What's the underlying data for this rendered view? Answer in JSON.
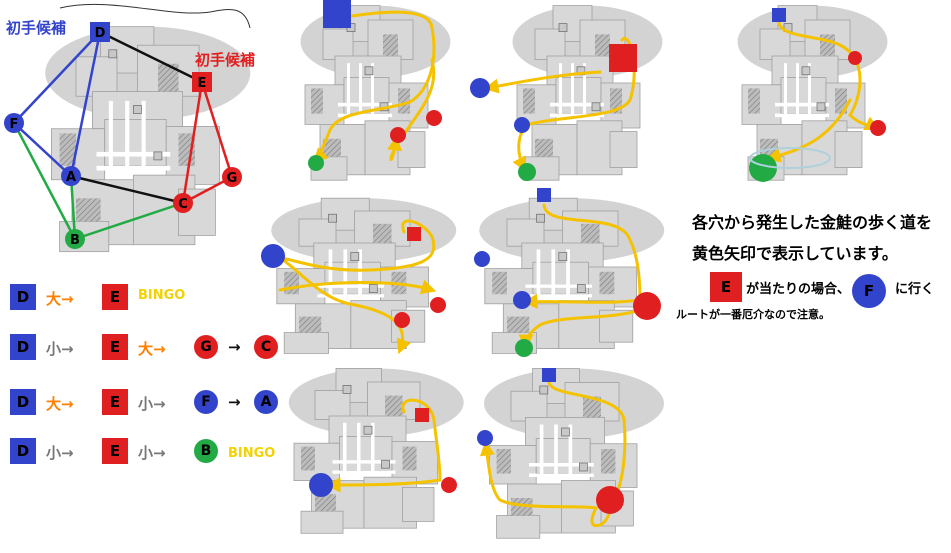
{
  "colors": {
    "blue": "#3344cc",
    "red": "#e02020",
    "green": "#22aa44",
    "black": "#111111",
    "yellow": "#f5c200",
    "orange": "#ff7f00",
    "gray": "#777777",
    "bingo": "#f2d200",
    "map_fill": "#d8d8d8"
  },
  "overview": {
    "candidate_left": "初手候補",
    "candidate_right": "初手候補",
    "nodes": [
      {
        "id": "D",
        "color": "blue",
        "shape": "square"
      },
      {
        "id": "E",
        "color": "red",
        "shape": "square"
      },
      {
        "id": "F",
        "color": "blue",
        "shape": "circle"
      },
      {
        "id": "A",
        "color": "blue",
        "shape": "circle"
      },
      {
        "id": "C",
        "color": "red",
        "shape": "circle"
      },
      {
        "id": "G",
        "color": "red",
        "shape": "circle"
      },
      {
        "id": "B",
        "color": "green",
        "shape": "circle"
      }
    ],
    "edges": [
      {
        "from": "D",
        "to": "E",
        "color": "black"
      },
      {
        "from": "A",
        "to": "C",
        "color": "black"
      },
      {
        "from": "D",
        "to": "F",
        "color": "blue"
      },
      {
        "from": "D",
        "to": "A",
        "color": "blue"
      },
      {
        "from": "F",
        "to": "A",
        "color": "blue"
      },
      {
        "from": "E",
        "to": "C",
        "color": "red"
      },
      {
        "from": "E",
        "to": "G",
        "color": "red"
      },
      {
        "from": "G",
        "to": "C",
        "color": "red"
      },
      {
        "from": "F",
        "to": "B",
        "color": "green"
      },
      {
        "from": "A",
        "to": "B",
        "color": "green"
      },
      {
        "from": "B",
        "to": "C",
        "color": "green"
      }
    ]
  },
  "sequences": [
    {
      "items": [
        {
          "kind": "square",
          "label": "D",
          "color": "blue"
        },
        {
          "kind": "text",
          "label": "大→",
          "color": "orange"
        },
        {
          "kind": "square",
          "label": "E",
          "color": "red"
        },
        {
          "kind": "text",
          "label": "BINGO",
          "color": "bingo"
        }
      ]
    },
    {
      "items": [
        {
          "kind": "square",
          "label": "D",
          "color": "blue"
        },
        {
          "kind": "text",
          "label": "小→",
          "color": "gray"
        },
        {
          "kind": "square",
          "label": "E",
          "color": "red"
        },
        {
          "kind": "text",
          "label": "大→",
          "color": "orange"
        },
        {
          "kind": "circle",
          "label": "G",
          "color": "red"
        },
        {
          "kind": "text",
          "label": "→",
          "color": "black"
        },
        {
          "kind": "circle",
          "label": "C",
          "color": "red"
        }
      ]
    },
    {
      "items": [
        {
          "kind": "square",
          "label": "D",
          "color": "blue"
        },
        {
          "kind": "text",
          "label": "大→",
          "color": "orange"
        },
        {
          "kind": "square",
          "label": "E",
          "color": "red"
        },
        {
          "kind": "text",
          "label": "小→",
          "color": "gray"
        },
        {
          "kind": "circle",
          "label": "F",
          "color": "blue"
        },
        {
          "kind": "text",
          "label": "→",
          "color": "black"
        },
        {
          "kind": "circle",
          "label": "A",
          "color": "blue"
        }
      ]
    },
    {
      "items": [
        {
          "kind": "square",
          "label": "D",
          "color": "blue"
        },
        {
          "kind": "text",
          "label": "小→",
          "color": "gray"
        },
        {
          "kind": "square",
          "label": "E",
          "color": "red"
        },
        {
          "kind": "text",
          "label": "小→",
          "color": "gray"
        },
        {
          "kind": "circle",
          "label": "B",
          "color": "green"
        },
        {
          "kind": "text",
          "label": "BINGO",
          "color": "bingo"
        }
      ]
    }
  ],
  "note": {
    "line1": "各穴から発生した金鮭の歩く道を",
    "line2": "黄色矢印で表示しています。",
    "e_label": "E",
    "line3a": "が当たりの場合、",
    "f_label": "F",
    "line3b": "に行く",
    "line4": "ルートが一番厄介なので注意。"
  }
}
